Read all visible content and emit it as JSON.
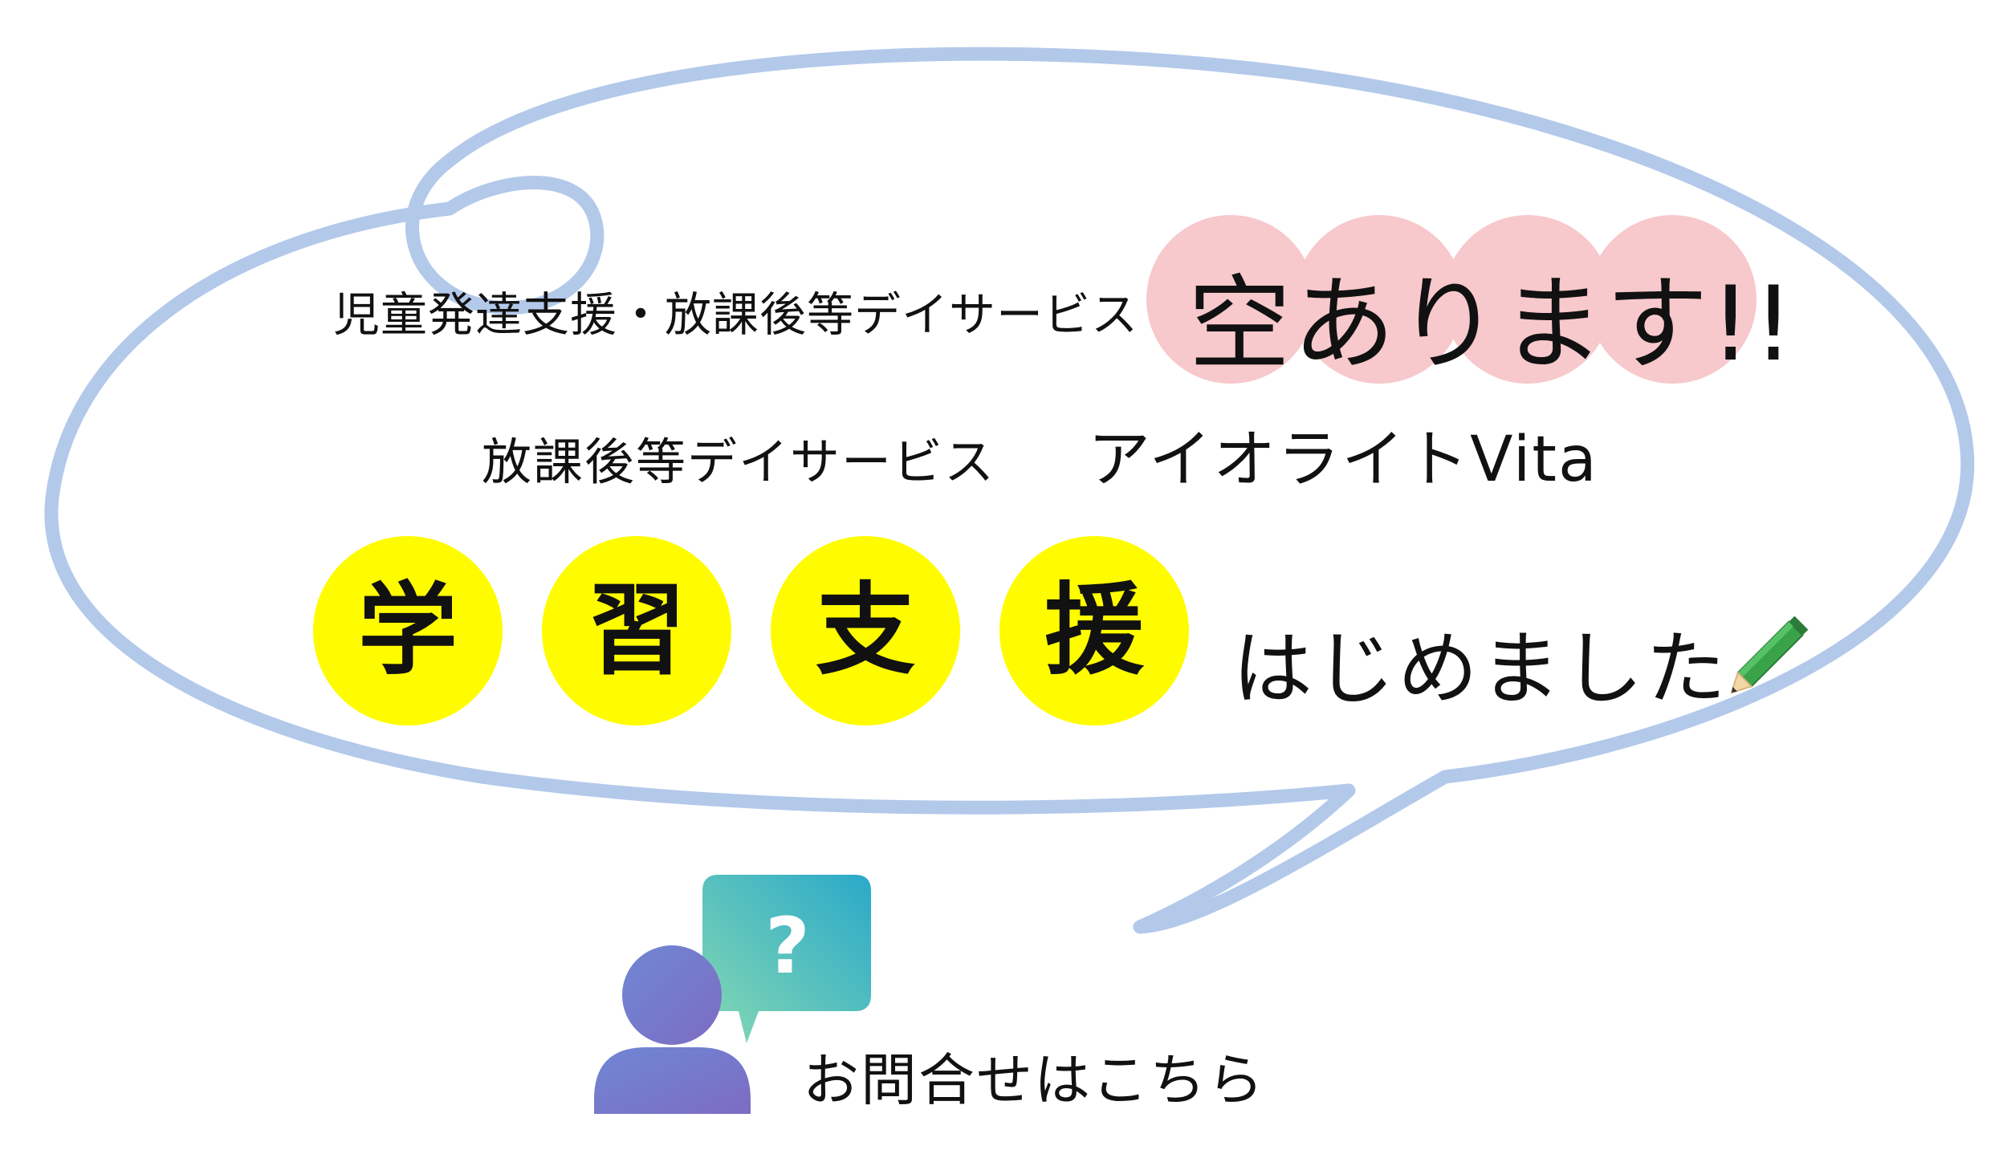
{
  "header": {
    "service_line": "児童発達支援・放課後等デイサービス",
    "vacancy": "空あります!!"
  },
  "facility": {
    "service_type": "放課後等デイサービス",
    "name": "アイオライトVita"
  },
  "headline": {
    "chars": [
      "学",
      "習",
      "支",
      "援"
    ],
    "suffix": "はじめました"
  },
  "contact": {
    "label": "お問合せはこちら",
    "icon": "person-question-chat-icon"
  },
  "decor": {
    "pencil_icon": "pencil-icon",
    "bubble_color": "#b3c9ea",
    "highlight_pink": "#f7c8cc",
    "highlight_yellow": "#fffc00"
  }
}
